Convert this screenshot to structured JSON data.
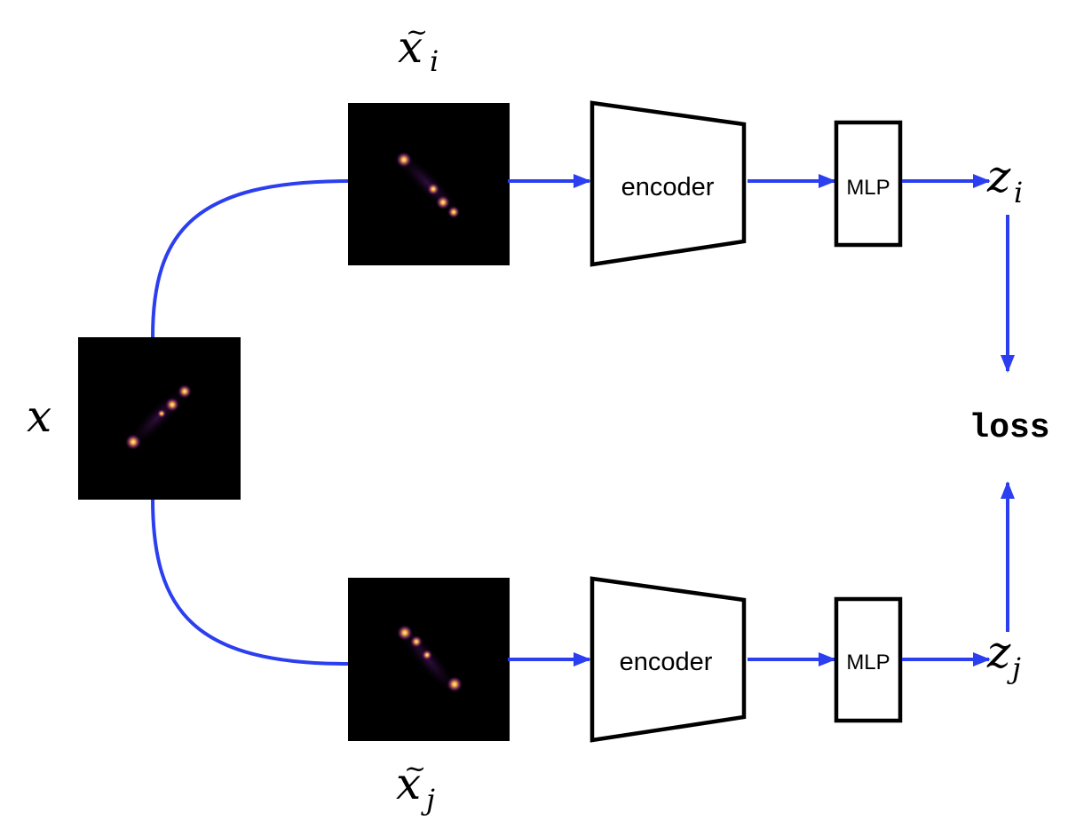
{
  "labels": {
    "x": "x",
    "x_i_base": "x",
    "x_i_sub": "i",
    "x_j_base": "x",
    "x_j_sub": "j",
    "tilde": "~",
    "z_i_base": "z",
    "z_i_sub": "i",
    "z_j_base": "z",
    "z_j_sub": "j",
    "loss": "loss"
  },
  "blocks": {
    "encoder_top": "encoder",
    "encoder_bottom": "encoder",
    "mlp_top": "MLP",
    "mlp_bottom": "MLP"
  },
  "colors": {
    "arrow": "#2b3ff0",
    "outline": "#000000",
    "image_background": "#000000",
    "blob_core": "#fff3b0",
    "blob_mid": "#f2a23a",
    "blob_outer": "#7a2c8e"
  }
}
